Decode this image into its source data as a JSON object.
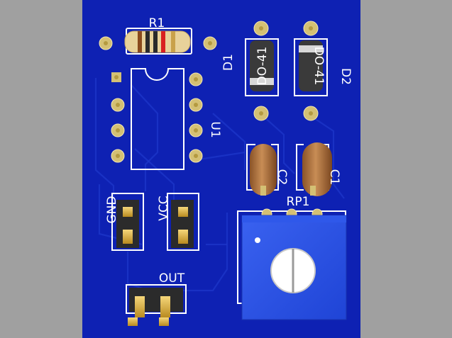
{
  "board": {
    "colors": {
      "background": "#a0a0a0",
      "board": "#0e21b3",
      "silkscreen": "#ffffff",
      "pad": "#d4c074",
      "diode_body": "#3a3a3a",
      "resistor_body": "#e8d29a",
      "capacitor_body": "#b77a45",
      "potentiometer_body": "#2a4fe0"
    },
    "components": {
      "r1": {
        "designator": "R1"
      },
      "d1": {
        "designator": "D1",
        "package": "DO-41"
      },
      "d2": {
        "designator": "D2",
        "package": "DO-41"
      },
      "u1": {
        "designator": "U1"
      },
      "c1": {
        "designator": "C1"
      },
      "c2": {
        "designator": "C2"
      },
      "rp1": {
        "designator": "RP1"
      }
    },
    "headers": {
      "gnd": {
        "label": "GND"
      },
      "vcc": {
        "label": "VCC"
      },
      "out": {
        "label": "OUT"
      }
    },
    "icons": [
      "resistor-icon",
      "diode-icon",
      "ic-icon",
      "capacitor-icon",
      "potentiometer-icon",
      "pin-header-icon"
    ]
  }
}
